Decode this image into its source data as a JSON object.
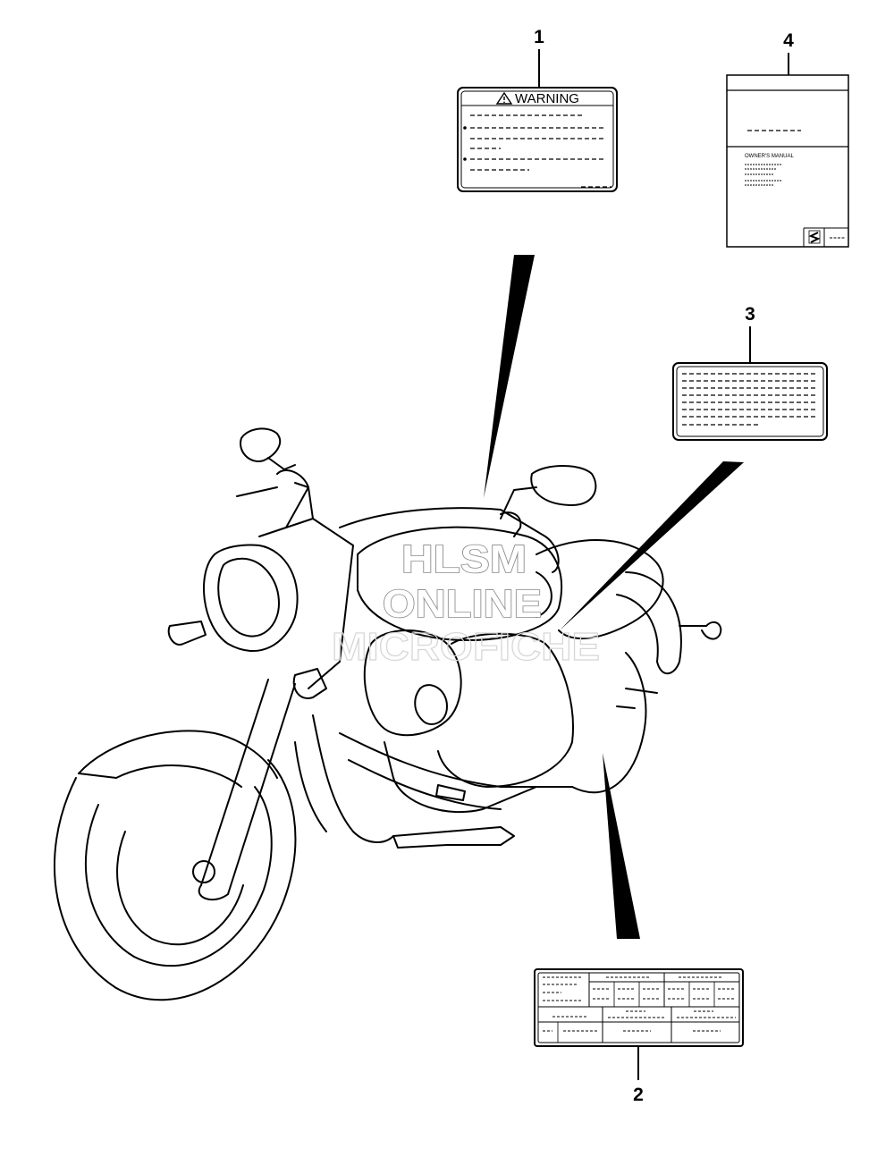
{
  "callouts": [
    {
      "number": "1"
    },
    {
      "number": "2"
    },
    {
      "number": "3"
    },
    {
      "number": "4"
    }
  ],
  "labels": {
    "warning_label": {
      "heading": "WARNING",
      "warning_symbol": "warning-triangle-icon"
    },
    "owners_manual": {
      "title": "OWNER'S MANUAL",
      "brand_symbol": "suzuki-logo-icon"
    }
  },
  "watermark": {
    "line1": "HLSM",
    "line2": "ONLINE",
    "line3": "MICROFICHE"
  }
}
